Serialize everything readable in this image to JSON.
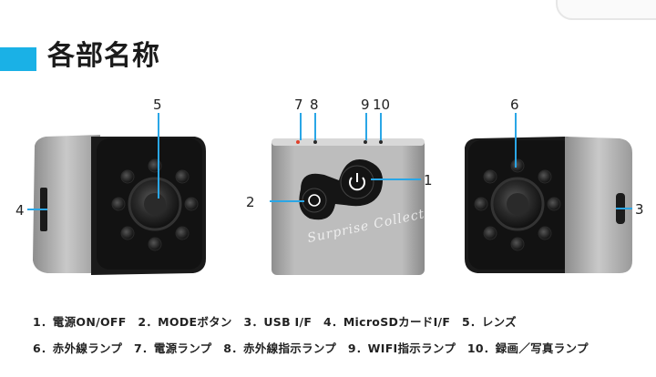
{
  "title": "各部名称",
  "watermark": "Surprise Collection",
  "labels": {
    "n1": "1",
    "n2": "2",
    "n3": "3",
    "n4": "4",
    "n5": "5",
    "n6": "6",
    "n7": "7",
    "n8": "8",
    "n9": "9",
    "n10": "10"
  },
  "captions": {
    "line1": "1．電源ON/OFF　2．MODEボタン　3．USB I/F　4．MicroSDカードI/F　5．レンズ",
    "line2": "6．赤外線ランプ　7．電源ランプ　8．赤外線指示ランプ　9．WIFI指示ランプ　10．録画／写真ランプ"
  },
  "colors": {
    "accent": "#1ab1e6",
    "callout_line": "#2aa6e6",
    "body_silver": "#b9b9b9",
    "face_black": "#111111"
  }
}
